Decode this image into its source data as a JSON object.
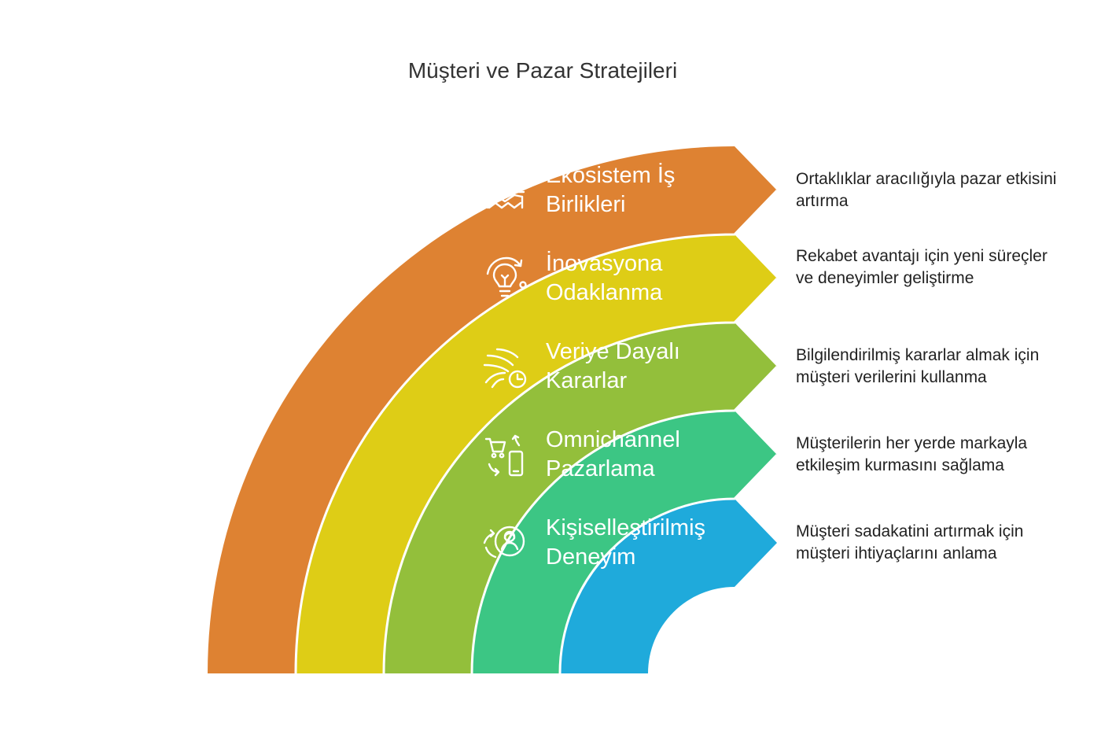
{
  "title": "Müşteri ve Pazar Stratejileri",
  "colors": {
    "band_1": "#DE8232",
    "band_2": "#DECD16",
    "band_3": "#93BF3B",
    "band_4": "#3CC684",
    "band_5": "#1FAADB",
    "separator": "#ffffff"
  },
  "layers": [
    {
      "label_line1": "Ekosistem İş",
      "label_line2": "Birlikleri",
      "description": "Ortaklıklar aracılığıyla pazar etkisini artırma",
      "icon": "handshake-plant-icon"
    },
    {
      "label_line1": "İnovasyona",
      "label_line2": "Odaklanma",
      "description": "Rekabet avantajı için yeni süreçler ve deneyimler geliştirme",
      "icon": "lightbulb-icon"
    },
    {
      "label_line1": "Veriye Dayalı",
      "label_line2": "Kararlar",
      "description": "Bilgilendirilmiş kararlar almak için müşteri verilerini kullanma",
      "icon": "data-flow-chart-icon"
    },
    {
      "label_line1": "Omnichannel",
      "label_line2": "Pazarlama",
      "description": "Müşterilerin her yerde markayla etkileşim kurmasını sağlama",
      "icon": "cart-phone-icon"
    },
    {
      "label_line1": "Kişiselleştirilmiş",
      "label_line2": "Deneyim",
      "description": "Müşteri sadakatini artırmak için müşteri ihtiyaçlarını anlama",
      "icon": "person-refresh-icon"
    }
  ]
}
